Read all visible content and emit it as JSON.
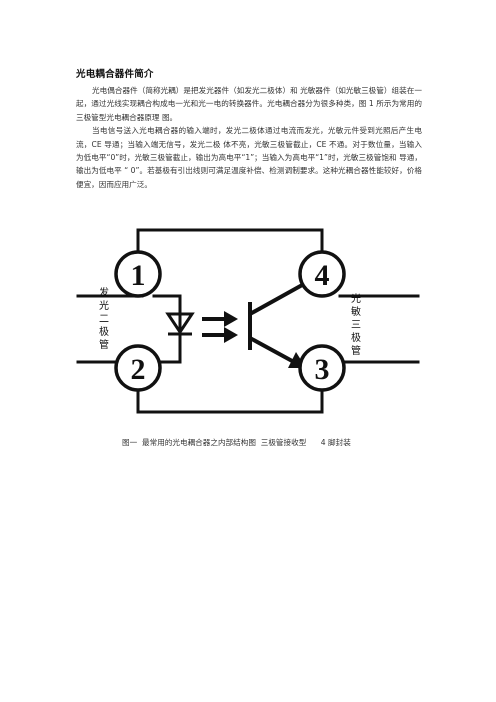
{
  "document": {
    "title": "光电耦合器件简介",
    "paragraphs": [
      "光电偶合器件（简称光耦）是把发光器件（如发光二极体）和 光敏器件（如光敏三极管）组装在一起，通过光线实现耦合构成电一光和光一电的转换器件。光电耦合器分为很多种类，图 1 所示为常用的三极管型光电耦合器原理 图。",
      "当电信号送入光电耦合器的输入端时，发光二极体通过电流而发光，光敏元件受到光照后产生电流，CE 导通；当输入端无信号，发光二极 体不亮，光敏三极管截止，CE 不通。对于数位量，当输入为低电平“0”时，光敏三极管截止，输出为高电平“1”；当输入为高电平“1”时，光敏三极管饱和 导通，输出为低电平 “ 0”。若基极有引出线则可满足温度补偿、检测调制要求。这种光耦合器性能较好，价格便宜，因而应用广泛。"
    ],
    "caption": "图一  最常用的光电耦合器之内部结构图  三极管接收型      4 脚封装"
  },
  "diagram": {
    "pins": {
      "p1": "1",
      "p2": "2",
      "p3": "3",
      "p4": "4"
    },
    "left_label": [
      "发",
      "光",
      "二",
      "极",
      "管"
    ],
    "right_label": [
      "光",
      "敏",
      "三",
      "极",
      "管"
    ],
    "stroke_color": "#111111"
  }
}
